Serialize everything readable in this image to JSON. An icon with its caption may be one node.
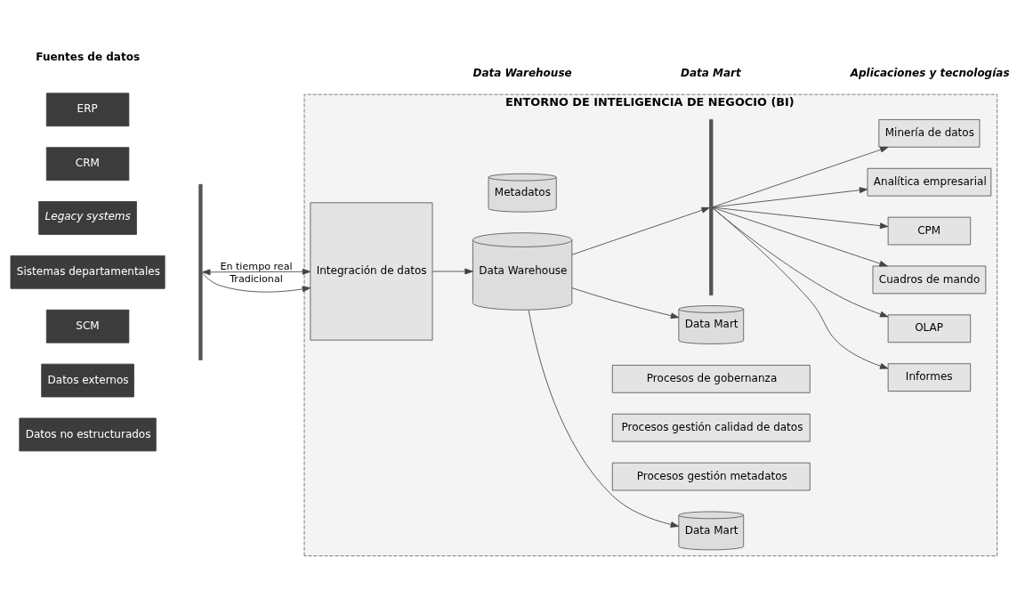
{
  "diagram": {
    "nodes": [
      {
        "text": [
          "ENTORNO DE INTELIGENCIA DE NEGOCIO (BI)"
        ]
      },
      {
        "text": [
          "ERP"
        ]
      },
      {
        "text": [
          "CRM"
        ]
      },
      {
        "text": [
          "Legacy systems"
        ]
      },
      {
        "text": [
          "Sistemas departamentales"
        ]
      },
      {
        "text": [
          "SCM"
        ]
      },
      {
        "text": [
          "Datos externos"
        ]
      },
      {
        "text": [
          "Datos no estructurados"
        ]
      },
      {
        "text": [],
        "shape": "bar"
      },
      {
        "text": [
          "Integración de datos"
        ],
        "in": 0
      },
      {
        "text": [
          "Data Warehouse"
        ],
        "in": 0
      },
      {
        "text": [
          "Metadatos"
        ],
        "in": 0
      },
      {
        "text": [
          "Data Mart"
        ],
        "in": 0
      },
      {
        "text": [
          "Data Mart"
        ],
        "in": 0
      },
      {
        "text": [],
        "shape": "bar",
        "in": 0
      },
      {
        "text": [
          "Informes"
        ],
        "in": 0
      },
      {
        "text": [
          "OLAP"
        ],
        "in": 0
      },
      {
        "text": [
          "Cuadros de mando"
        ],
        "in": 0
      },
      {
        "text": [
          "CPM"
        ],
        "in": 0
      },
      {
        "text": [
          "Analítica empresarial"
        ],
        "in": 0
      },
      {
        "text": [
          "Minería de datos"
        ],
        "in": 0
      },
      {
        "text": [
          "Procesos gestión metadatos"
        ],
        "in": 0
      },
      {
        "text": [
          "Procesos gestión calidad de datos"
        ],
        "in": 0
      },
      {
        "text": [
          "Procesos de gobernanza"
        ],
        "in": 0
      }
    ],
    "edges": [
      {
        "from": 8,
        "to": 9,
        "arrow": "both",
        "label": "En tiempo real"
      },
      {
        "from": 8,
        "to": 9,
        "arrow": "to",
        "label": "Tradicional"
      },
      {
        "from": 9,
        "to": 10,
        "arrow": "to"
      },
      {
        "from": 10,
        "to": 12,
        "arrow": "to"
      },
      {
        "from": 10,
        "to": 14,
        "arrow": "to"
      },
      {
        "from": 10,
        "to": 13,
        "arrow": "to"
      },
      {
        "from": 14,
        "to": 15,
        "arrow": "to"
      },
      {
        "from": 14,
        "to": 16,
        "arrow": "to"
      },
      {
        "from": 14,
        "to": 17,
        "arrow": "to"
      },
      {
        "from": 14,
        "to": 18,
        "arrow": "to"
      },
      {
        "from": 14,
        "to": 19,
        "arrow": "to"
      },
      {
        "from": 14,
        "to": 20,
        "arrow": "to"
      }
    ],
    "labels": [
      "Fuentes de datos",
      "Data Warehouse",
      "Data Mart",
      "Aplicaciones y tecnologías"
    ]
  }
}
